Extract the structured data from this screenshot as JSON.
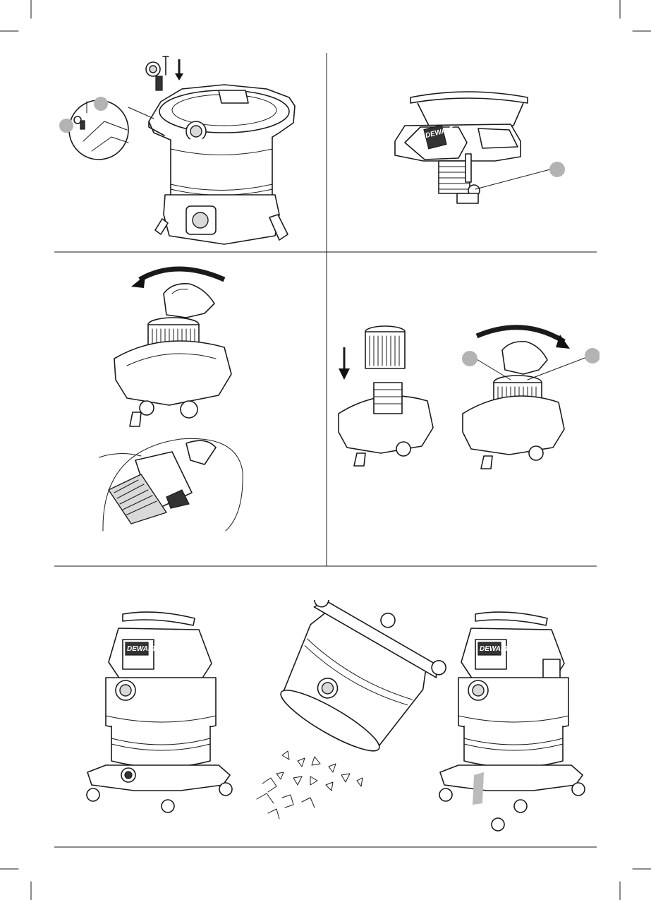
{
  "brand_mark": "DEWALT",
  "colors": {
    "line": "#1a1a1a",
    "callout_circle": "#b3b3b3",
    "body_fill": "#ffffff",
    "shade": "#d9d9d9"
  },
  "figures": [
    {
      "id": "caster-install",
      "description_icon": "caster-wheel-icon"
    },
    {
      "id": "powerhead-float",
      "description_icon": "powerhead-icon"
    },
    {
      "id": "filter-removal",
      "description_icon": "filter-icon"
    },
    {
      "id": "filter-install",
      "description_icon": "filter-icon"
    },
    {
      "id": "empty-tank",
      "description_icon": "vacuum-icon"
    }
  ]
}
